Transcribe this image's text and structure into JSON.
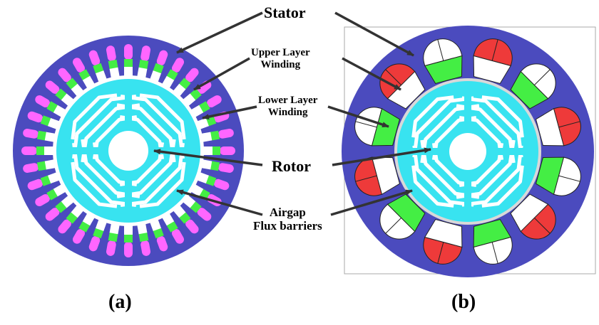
{
  "labels": {
    "stator": "Stator",
    "upper_layer": [
      "Upper Layer",
      "Winding"
    ],
    "lower_layer": [
      "Lower Layer",
      "Winding"
    ],
    "rotor": "Rotor",
    "airgap": [
      "Airgap",
      "Flux barriers"
    ]
  },
  "captions": {
    "a": "(a)",
    "b": "(b)"
  },
  "motor_a": {
    "slots": 36
  },
  "motor_b": {
    "slots": 12
  },
  "colors": {
    "stator": "#4b4bbe",
    "rotor": "#38e3f0",
    "coil_magenta": "#ff66ff",
    "coil_green": "#44ee44",
    "coil_red": "#ee3a3a",
    "slot_empty": "#ffffff",
    "arrow": "#333333"
  }
}
